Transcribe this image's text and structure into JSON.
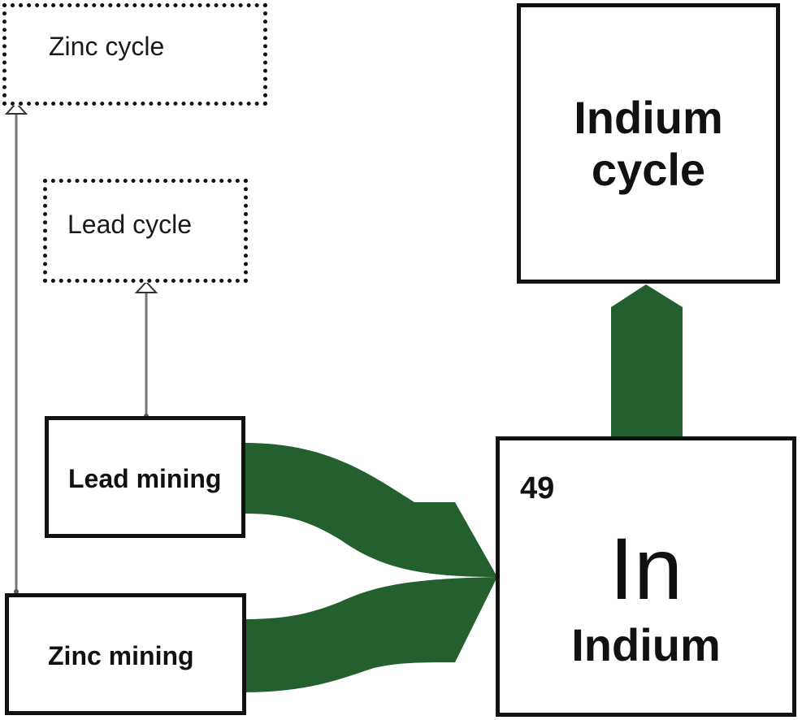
{
  "zinc_cycle": {
    "label": "Zinc cycle"
  },
  "lead_cycle": {
    "label": "Lead cycle"
  },
  "lead_mining": {
    "label": "Lead mining"
  },
  "zinc_mining": {
    "label": "Zinc mining"
  },
  "indium_cycle": {
    "line1": "Indium",
    "line2": "cycle"
  },
  "element_tile": {
    "atomic_number": "49",
    "symbol": "In",
    "name": "Indium"
  },
  "colors": {
    "flow": "#23602d",
    "border": "#111111",
    "connector": "#777777"
  }
}
